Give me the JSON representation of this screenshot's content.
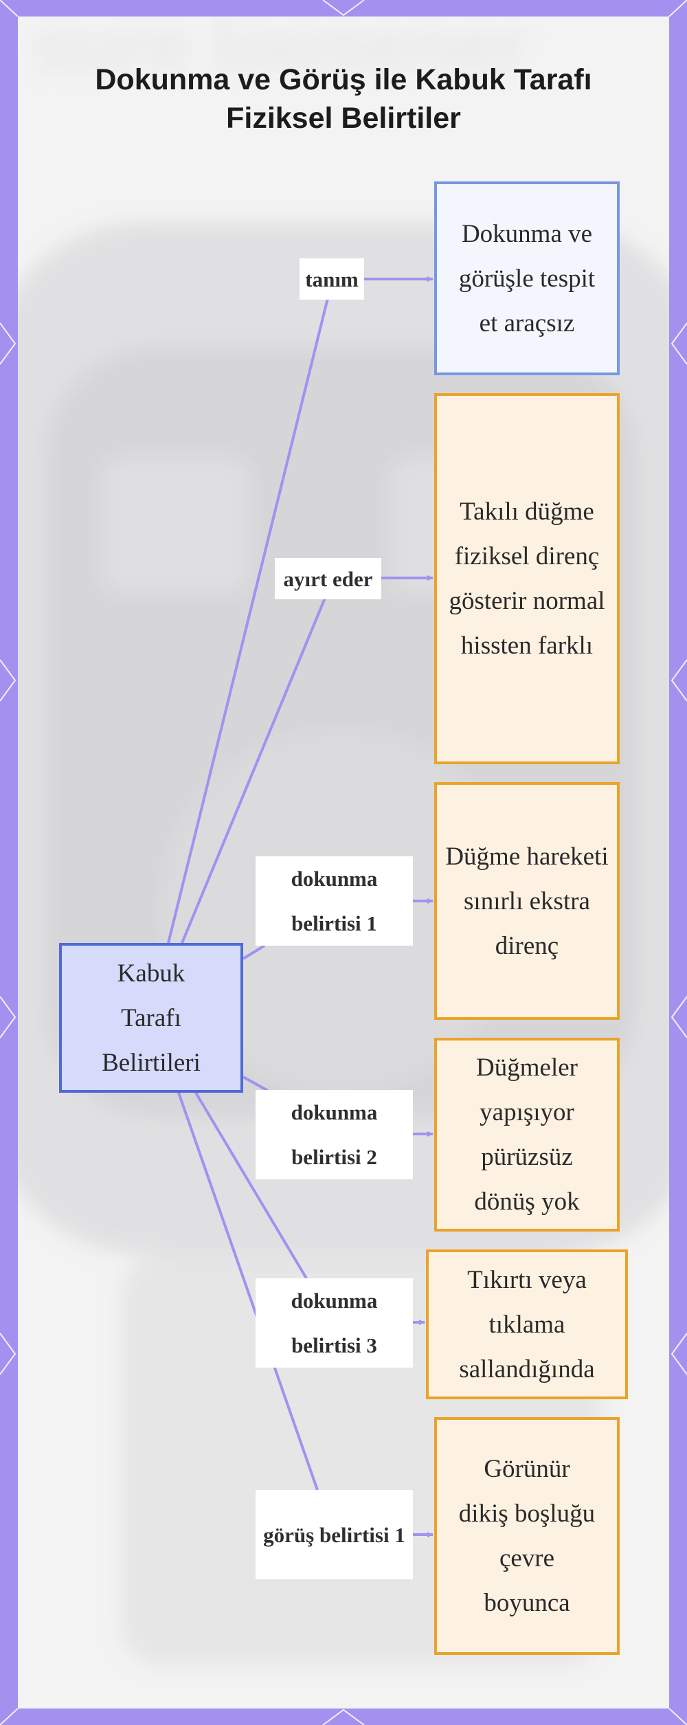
{
  "title": {
    "line1": "Dokunma ve Görüş ile Kabuk Tarafı",
    "line2": "Fiziksel Belirtiler"
  },
  "colors": {
    "frame": "#a391f0",
    "edge": "#a391f0",
    "root_fill": "#d6dbfc",
    "root_border": "#4d6ad6",
    "definition_fill": "#f3f6fd",
    "definition_border": "#7797e2",
    "symptom_fill": "#fdf1e2",
    "symptom_border": "#eaa32a"
  },
  "root": {
    "label": "Kabuk Tarafı Belirtileri"
  },
  "branches": [
    {
      "edge_label": "tanım",
      "node_label": "Dokunma ve görüşle tespit et araçsız"
    },
    {
      "edge_label": "ayırt eder",
      "node_label": "Takılı düğme fiziksel direnç gösterir normal hissten farklı"
    },
    {
      "edge_label": "dokunma belirtisi 1",
      "node_label": "Düğme hareketi sınırlı ekstra direnç"
    },
    {
      "edge_label": "dokunma belirtisi 2",
      "node_label": "Düğmeler yapışıyor pürüzsüz dönüş yok"
    },
    {
      "edge_label": "dokunma belirtisi 3",
      "node_label": "Tıkırtı veya tıklama sallandığında"
    },
    {
      "edge_label": "görüş belirtisi 1",
      "node_label": "Görünür dikiş boşluğu çevre boyunca"
    }
  ]
}
